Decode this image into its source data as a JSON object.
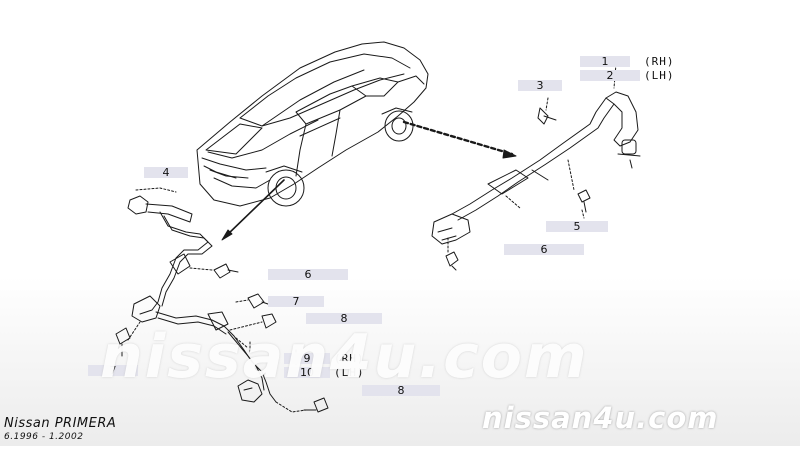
{
  "catalog": {
    "brand_model": "Nissan PRIMERA",
    "production_range": "6.1996 - 1.2002"
  },
  "watermark": {
    "large": "nissan4u.com",
    "small": "nissan4u.com"
  },
  "callouts": {
    "c1": "1",
    "c2": "2",
    "c3": "3",
    "c4": "4",
    "c5": "5",
    "c6_rear": "6",
    "c6_front": "6",
    "c7_upper": "7",
    "c7_lower": "7",
    "c8_upper": "8",
    "c8_lower": "8",
    "c9": "9",
    "c10": "10"
  },
  "sides": {
    "rh": "(RH)",
    "lh": "(LH)"
  },
  "colors": {
    "callout_bg": "#e3e3ed",
    "line": "#1a1a1a"
  }
}
